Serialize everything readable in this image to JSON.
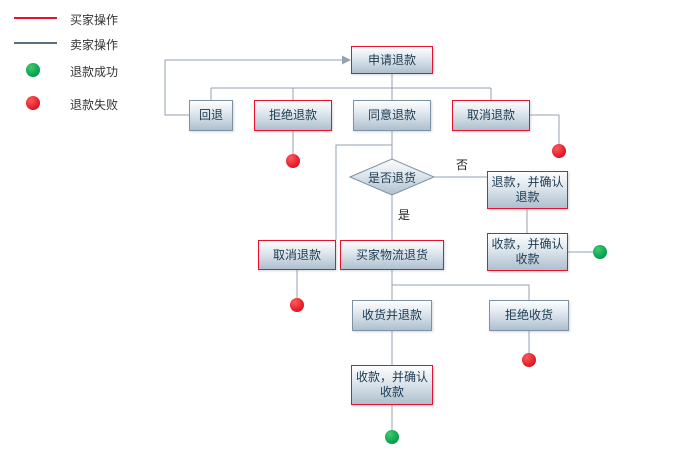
{
  "legend": {
    "items": [
      {
        "label": "买家操作",
        "swatch": "line",
        "color": "#e8112d"
      },
      {
        "label": "卖家操作",
        "swatch": "line",
        "color": "#5c7080"
      },
      {
        "label": "退款成功",
        "swatch": "dot",
        "color": "#00a651"
      },
      {
        "label": "退款失败",
        "swatch": "dot",
        "color": "#e8112d"
      }
    ]
  },
  "colors": {
    "buyer_border": "#e8112d",
    "seller_border": "#7e92a5",
    "connector_line": "#94a2b0",
    "success_dot": "#00a651",
    "failure_dot": "#e8112d",
    "node_fill_top": "#fdfefe",
    "node_fill_bottom": "#aebfce"
  },
  "nodes": {
    "apply_refund": {
      "label": "申请退款",
      "shape": "box",
      "border": "red"
    },
    "rollback": {
      "label": "回退",
      "shape": "box",
      "border": "gray"
    },
    "refuse_refund": {
      "label": "拒绝退款",
      "shape": "box",
      "border": "red"
    },
    "agree_refund": {
      "label": "同意退款",
      "shape": "box",
      "border": "gray"
    },
    "cancel_refund_top": {
      "label": "取消退款",
      "shape": "box",
      "border": "red"
    },
    "return_goods_decision": {
      "label": "是否退货",
      "shape": "diamond",
      "border": "gray"
    },
    "refund_and_confirm": {
      "label": "退款，并确认退款",
      "shape": "box",
      "border": "red"
    },
    "receive_confirm_right": {
      "label": "收款，并确认收款",
      "shape": "box",
      "border": "red"
    },
    "cancel_refund_mid": {
      "label": "取消退款",
      "shape": "box",
      "border": "red"
    },
    "buyer_ship_return": {
      "label": "买家物流退货",
      "shape": "box",
      "border": "red"
    },
    "receive_and_refund": {
      "label": "收货并退款",
      "shape": "box",
      "border": "gray"
    },
    "refuse_receive": {
      "label": "拒绝收货",
      "shape": "box",
      "border": "gray"
    },
    "receive_confirm_bottom": {
      "label": "收款，并确认收款",
      "shape": "box",
      "border": "red"
    }
  },
  "edge_labels": {
    "no": "否",
    "yes": "是"
  }
}
